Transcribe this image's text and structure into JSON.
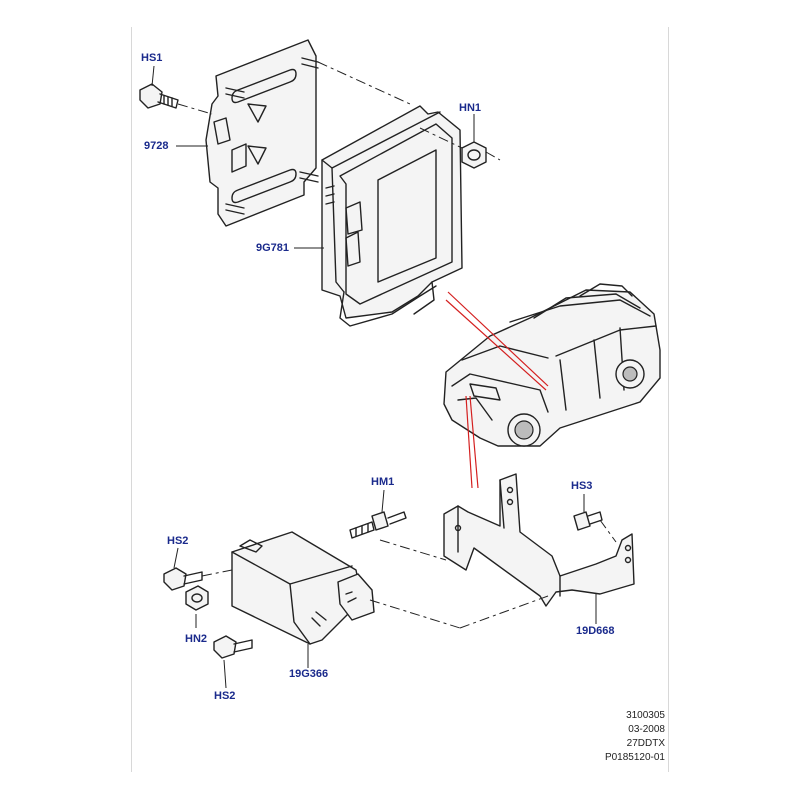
{
  "labels": {
    "hs1": "HS1",
    "p9728": "9728",
    "hn1": "HN1",
    "p9g781": "9G781",
    "hm1": "HM1",
    "hs3": "HS3",
    "hs2_top": "HS2",
    "hn2": "HN2",
    "hs2_bottom": "HS2",
    "p19g366": "19G366",
    "p19d668": "19D668"
  },
  "meta": {
    "line1": "3100305",
    "line2": "03-2008",
    "line3": "27DDTX",
    "line4": "P0185120-01"
  },
  "colors": {
    "label": "#1a2a8c",
    "line": "#222222",
    "highlight": "#d42020",
    "part_fill": "#f4f4f4"
  }
}
